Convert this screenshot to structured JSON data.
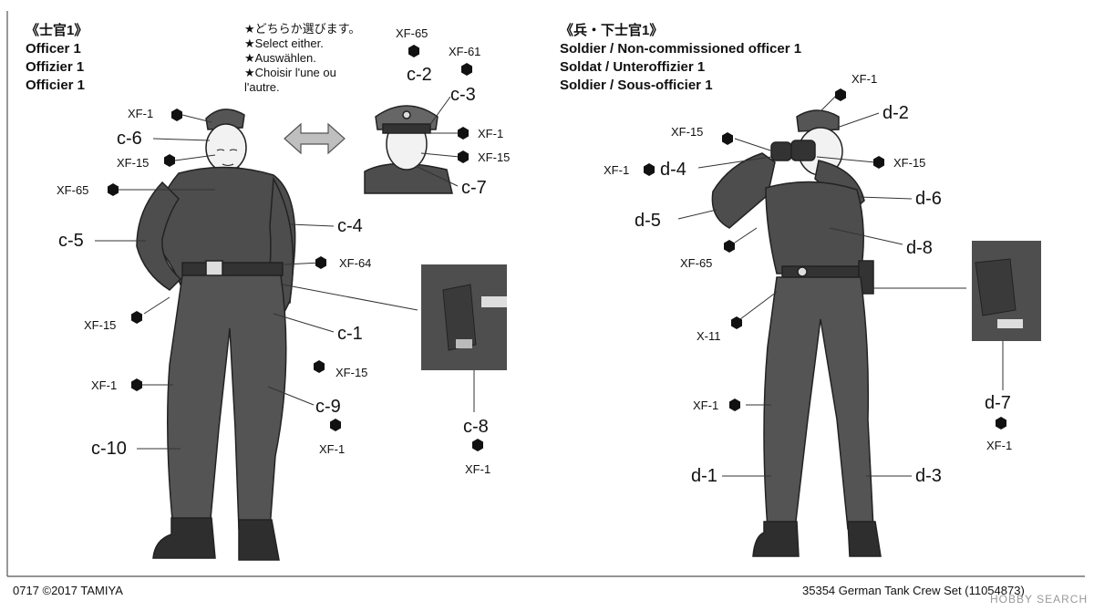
{
  "officer": {
    "title_jp": "《士官1》",
    "title_en": "Officer 1",
    "title_de": "Offizier 1",
    "title_fr": "Officier 1"
  },
  "soldier": {
    "title_jp": "《兵・下士官1》",
    "title_en": "Soldier / Non-commissioned officer 1",
    "title_de": "Soldat / Unteroffizier 1",
    "title_fr": "Soldier / Sous-officier 1"
  },
  "note": {
    "jp": "★どちらか選びます。",
    "en": "★Select either.",
    "de": "★Auswählen.",
    "fr1": "★Choisir l'une ou",
    "fr2": "l'autre."
  },
  "parts": {
    "c1": "c-1",
    "c2": "c-2",
    "c3": "c-3",
    "c4": "c-4",
    "c5": "c-5",
    "c6": "c-6",
    "c7": "c-7",
    "c8": "c-8",
    "c9": "c-9",
    "c10": "c-10",
    "d1": "d-1",
    "d2": "d-2",
    "d3": "d-3",
    "d4": "d-4",
    "d5": "d-5",
    "d6": "d-6",
    "d7": "d-7",
    "d8": "d-8"
  },
  "paints": {
    "p01": "XF-1",
    "p02": "XF-15",
    "p03": "XF-65",
    "p04": "XF-64",
    "p05": "XF-15",
    "p06": "XF-1",
    "p07": "XF-15",
    "p08": "XF-1",
    "p09": "XF-65",
    "p10": "XF-61",
    "p11": "XF-1",
    "p12": "XF-15",
    "p13": "XF-1",
    "p14": "XF-1",
    "p15": "XF-15",
    "p16": "XF-1",
    "p17": "XF-65",
    "p18": "X-11",
    "p19": "XF-1",
    "p20": "XF-1"
  },
  "footer": {
    "left": "0717 ©2017 TAMIYA",
    "right": "35354  German Tank Crew Set (11054873)",
    "watermark": "HOBBY SEARCH"
  }
}
